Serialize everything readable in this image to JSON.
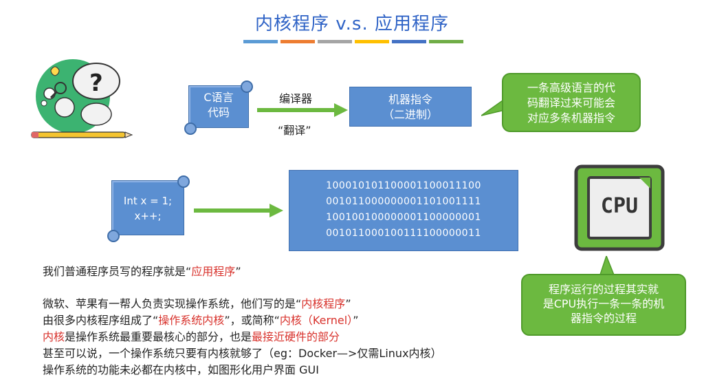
{
  "title": "内核程序 v.s. 应用程序",
  "title_bar_colors": [
    "#5b9bd5",
    "#ed7d31",
    "#a5a5a5",
    "#ffc000",
    "#4472c4",
    "#70ad47"
  ],
  "diagram": {
    "source_scroll": {
      "line1": "C语言",
      "line2": "代码"
    },
    "compiler_label": "编译器",
    "translate_label": "“翻译”",
    "machine_box": {
      "line1": "机器指令",
      "line2": "（二进制）"
    },
    "callout_top": {
      "line1": "一条高级语言的代",
      "line2": "码翻译过来可能会",
      "line3": "对应多条机器指令"
    },
    "code_scroll": {
      "line1": "Int x = 1;",
      "line2": "x++;"
    },
    "binary_lines": [
      "100010101100001100011100",
      "001011000000001101001111",
      "100100100000001100000001",
      "001011000100111100000011"
    ],
    "cpu_label": "CPU",
    "callout_bottom": {
      "line1": "程序运行的过程其实就",
      "line2": "是CPU执行一条一条的机",
      "line3": "器指令的过程"
    }
  },
  "body": {
    "p1_a": "我们普通程序员写的程序就是“",
    "p1_red": "应用程序",
    "p1_b": "”",
    "p2_a": "微软、苹果有一帮人负责实现操作系统，他们写的是“",
    "p2_red": "内核程序",
    "p2_b": "”",
    "p3_a": "由很多内核程序组成了“",
    "p3_red1": "操作系统内核",
    "p3_b": "”，或简称“",
    "p3_red2": "内核（Kernel）",
    "p3_c": "”",
    "p4_red1": "内核",
    "p4_a": "是操作系统最重要最核心的部分，也是",
    "p4_red2": "最接近硬件的部分",
    "p5": "甚至可以说，一个操作系统只要有内核就够了（eg：Docker—>仅需Linux内核）",
    "p6": "操作系统的功能未必都在内核中，如图形化用户界面 GUI"
  },
  "colors": {
    "title": "#2f63c6",
    "accent_red": "#d8312b",
    "green": "#6cb940",
    "blue": "#5b8fd1"
  }
}
